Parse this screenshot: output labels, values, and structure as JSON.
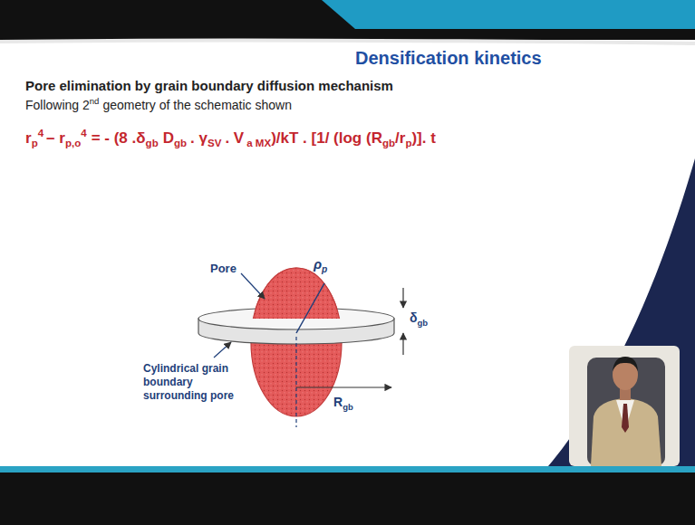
{
  "diagram": {
    "title": "Densification kinetics",
    "labels": [
      "Pore elimination by grain boundary diffusion mechanism",
      "Following 2",
      "nd",
      "geometry of the schematic shown",
      "r",
      "p",
      "4",
      "– r",
      "p,o",
      "4",
      "= - (8 .δ",
      "gb",
      "D",
      "gb",
      ". γ",
      "SV",
      ". V",
      "a MX",
      ")/kT . [1/ (log (R",
      "gb",
      "/r",
      "p",
      ")]. t",
      "Pore",
      "ρ",
      "p",
      "δ",
      "gb",
      "Cylindrical grain boundary surrounding pore",
      "R",
      "gb"
    ]
  }
}
